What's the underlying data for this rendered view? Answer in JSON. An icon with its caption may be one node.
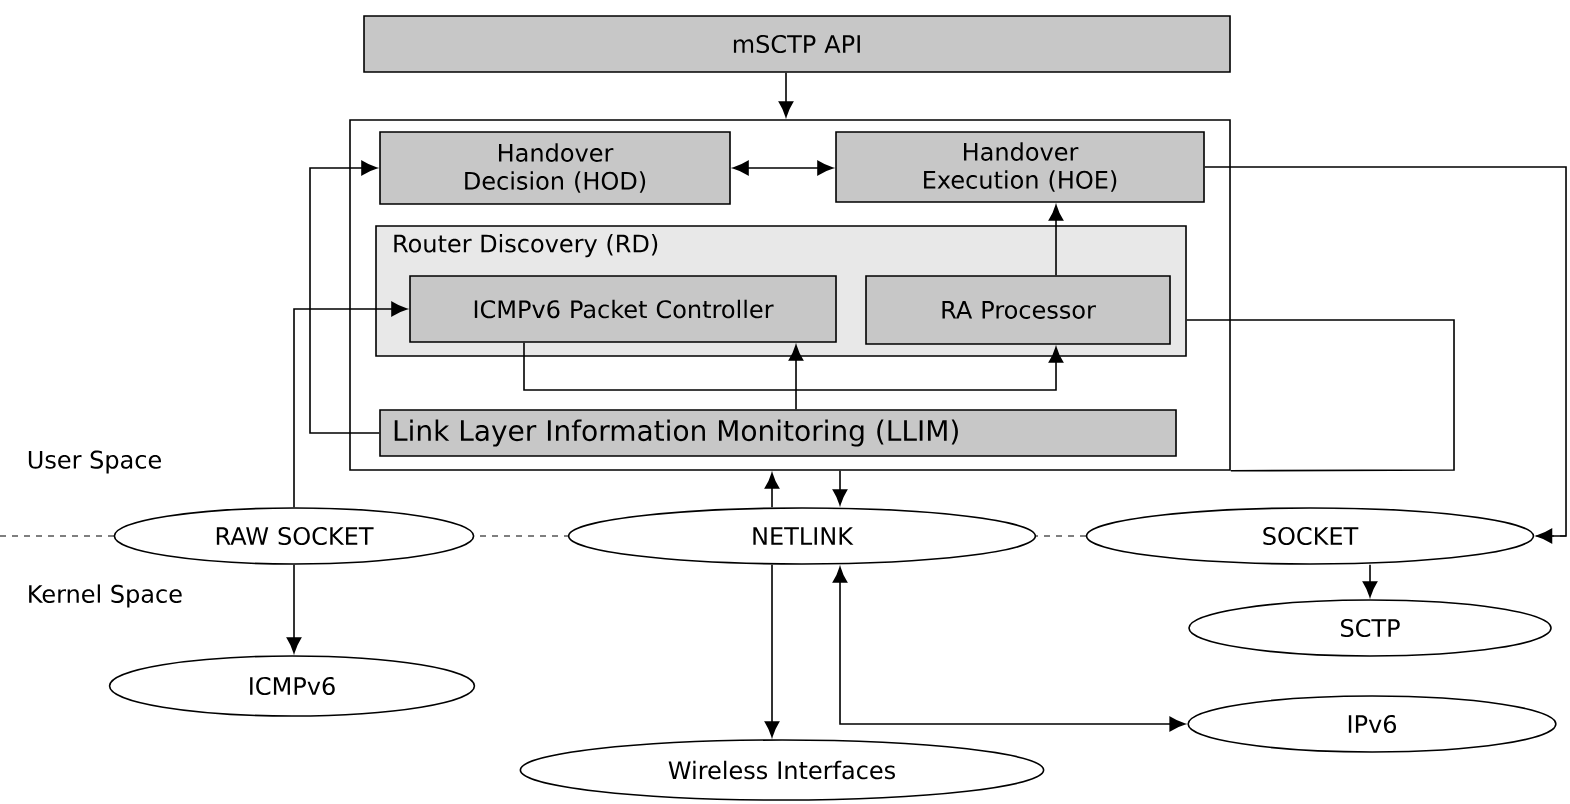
{
  "diagram": {
    "nodes": [
      {
        "text": [
          "mSCTP API"
        ]
      },
      {
        "text": [],
        "shape": "box"
      },
      {
        "text": [
          "Handover Decision (HOD)"
        ],
        "in": 1
      },
      {
        "text": [
          "Handover Execution (HOE)"
        ],
        "in": 1
      },
      {
        "text": [
          "Router Discovery (RD)"
        ],
        "in": 1
      },
      {
        "text": [
          "ICMPv6 Packet Controller"
        ],
        "in": 4
      },
      {
        "text": [
          "RA Processor"
        ],
        "in": 4
      },
      {
        "text": [
          "Link Layer Information Monitoring (LLIM)"
        ],
        "in": 1
      },
      {
        "text": [
          "RAW SOCKET"
        ]
      },
      {
        "text": [
          "NETLINK"
        ]
      },
      {
        "text": [
          "SOCKET"
        ]
      },
      {
        "text": [
          "ICMPv6"
        ]
      },
      {
        "text": [
          "SCTP"
        ]
      },
      {
        "text": [
          "IPv6"
        ]
      },
      {
        "text": [
          "Wireless Interfaces"
        ]
      }
    ],
    "edges": [
      {
        "from": 0,
        "to": 1,
        "arrow": "to"
      },
      {
        "from": 2,
        "to": 3,
        "arrow": "both"
      },
      {
        "from": 6,
        "to": 3,
        "arrow": "to"
      },
      {
        "from": 5,
        "to": 6,
        "arrow": "to"
      },
      {
        "from": 7,
        "to": 5,
        "arrow": "to"
      },
      {
        "from": 7,
        "to": 2,
        "arrow": "to"
      },
      {
        "from": 8,
        "to": 5,
        "arrow": "to"
      },
      {
        "from": 8,
        "to": 11,
        "arrow": "to"
      },
      {
        "from": 9,
        "to": 1,
        "arrow": "to"
      },
      {
        "from": 1,
        "to": 9,
        "arrow": "to"
      },
      {
        "from": 9,
        "to": 14,
        "arrow": "to"
      },
      {
        "from": 9,
        "to": 13,
        "arrow": "both"
      },
      {
        "from": 10,
        "to": 12,
        "arrow": "to"
      },
      {
        "from": 3,
        "to": 10,
        "arrow": "to"
      },
      {
        "from": 4,
        "to": 1,
        "arrow": "none"
      }
    ],
    "labels": [
      "User Space",
      "Kernel Space"
    ]
  }
}
